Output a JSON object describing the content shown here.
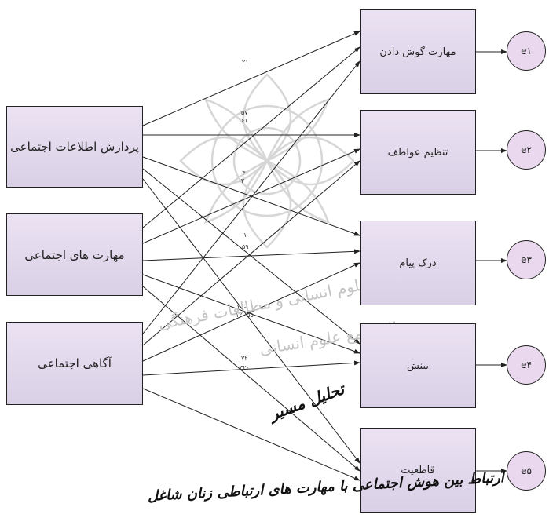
{
  "predictors": [
    {
      "label": "پردازش اطلاعات اجتماعی"
    },
    {
      "label": "مهارت های اجتماعی"
    },
    {
      "label": "آگاهی اجتماعی"
    }
  ],
  "outcomes": [
    {
      "label": "مهارت گوش دادن"
    },
    {
      "label": "تنظیم عواطف"
    },
    {
      "label": "درک پیام"
    },
    {
      "label": "بینش"
    },
    {
      "label": "قاطعیت"
    }
  ],
  "errors": [
    "e۱",
    "e۲",
    "e۳",
    "e۴",
    "e۵"
  ],
  "coefficients": {
    "c1": "۲۱",
    "c2": "۵۷",
    "c3": "۶۱",
    "c4": "۰۳-",
    "c5": "-۲",
    "c6": "۱۰",
    "c7": "۵۹",
    "c8": "۲۱-",
    "c9": "۱۲- ۵۵",
    "c10": "۷۲",
    "c11": "۳۲-"
  },
  "watermark": {
    "line1": "پژوهشگاه علوم انسانی و مطالعات فرهنگی",
    "line2": "پرتال جامع علوم انسانی"
  },
  "signature": {
    "name": "تحلیل مسیر",
    "caption": "ارتباط بین هوش اجتماعی با مهارت های ارتباطی زنان شاغل"
  }
}
